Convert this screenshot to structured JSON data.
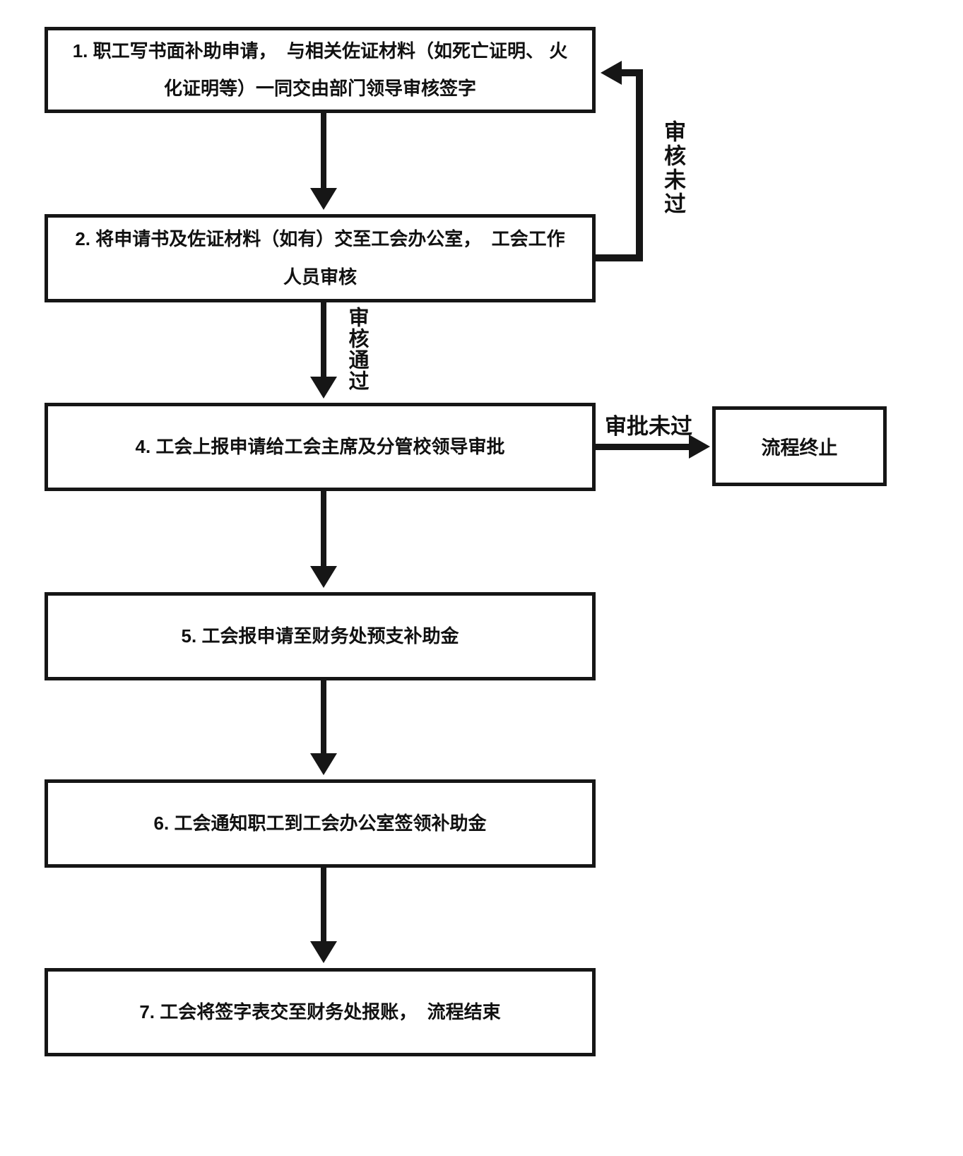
{
  "colors": {
    "line": "#161616",
    "background": "#ffffff",
    "text": "#111111"
  },
  "flow": {
    "steps": [
      {
        "id": "step-1",
        "label": "1. 职工写书面补助申请，  与相关佐证材料（如死亡证明、 火化证明等）一同交由部门领导审核签字"
      },
      {
        "id": "step-2",
        "label": "2. 将申请书及佐证材料（如有）交至工会办公室，  工会工作 人员审核"
      },
      {
        "id": "step-4",
        "label": "4. 工会上报申请给工会主席及分管校领导审批"
      },
      {
        "id": "step-5",
        "label": "5. 工会报申请至财务处预支补助金"
      },
      {
        "id": "step-6",
        "label": "6. 工会通知职工到工会办公室签领补助金"
      },
      {
        "id": "step-7",
        "label": "7. 工会将签字表交至财务处报账，  流程结束"
      }
    ],
    "terminal": {
      "label": "流程终止"
    },
    "edge_labels": {
      "review_fail": "审核未过",
      "review_pass": "审核通过",
      "approval_fail": "审批未过"
    }
  }
}
